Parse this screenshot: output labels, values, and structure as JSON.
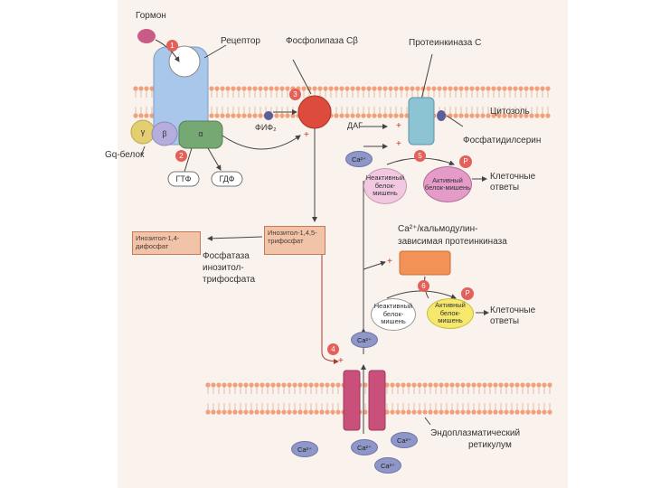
{
  "labels": {
    "hormone": "Гормон",
    "receptor": "Рецептор",
    "plc": "Фосфолипаза Cβ",
    "pkc": "Протеинкиназа С",
    "cytosol": "Цитозоль",
    "phosphatidylserine": "Фосфатидилсерин",
    "pip2": "ФИФ₂",
    "dag": "ДАГ",
    "gq_protein": "Gq-белок",
    "gtp": "ГТФ",
    "gdp": "ГДФ",
    "gamma": "γ",
    "beta": "β",
    "alpha": "α",
    "ip3": "Инозитол-1,4,5-трифосфат",
    "ip2": "Инозитол-1,4-дифосфат",
    "phosphatase_line1": "Фосфатаза",
    "phosphatase_line2": "инозитол-",
    "phosphatase_line3": "трифосфата",
    "inactive_target": "Неактивный белок-мишень",
    "active_target": "Активный белок-мишень",
    "cell_response": "Клеточные ответы",
    "camk_line1": "Ca²⁺/кальмодулин-",
    "camk_line2": "зависимая протеинкиназа",
    "er_line1": "Эндоплазматический",
    "er_line2": "ретикулум",
    "phospho": "P",
    "ca": "Ca²⁺",
    "plus": "+"
  },
  "steps": [
    "1",
    "2",
    "3",
    "4",
    "5",
    "6"
  ],
  "colors": {
    "membrane_head": "#f0a07a",
    "receptor": "#a9c7ea",
    "plc": "#dd4b3d",
    "pkc": "#8cc4d4",
    "alpha": "#76a874",
    "beta": "#b5aedd",
    "gamma": "#e3cf6f",
    "camk": "#f29257",
    "ca_channel": "#c9507a",
    "calcium": "#8f97c8",
    "inactive": "#f1c8e0",
    "active_pink": "#e49bc8",
    "active_yellow": "#f5e86c"
  }
}
